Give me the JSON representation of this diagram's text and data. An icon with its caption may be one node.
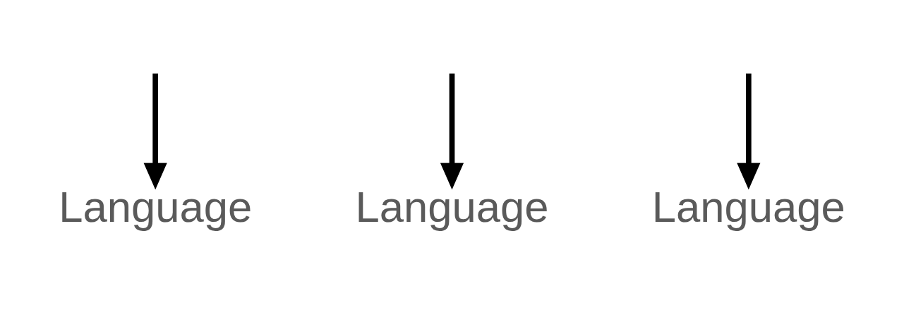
{
  "diagram": {
    "nodes": [
      {
        "text": [
          "Language"
        ]
      },
      {
        "text": [
          "Language"
        ]
      },
      {
        "text": [
          "Language"
        ]
      }
    ],
    "edges": [
      {
        "from": null,
        "to": 0,
        "arrow": "to"
      },
      {
        "from": null,
        "to": 1,
        "arrow": "to"
      },
      {
        "from": null,
        "to": 2,
        "arrow": "to"
      }
    ]
  }
}
